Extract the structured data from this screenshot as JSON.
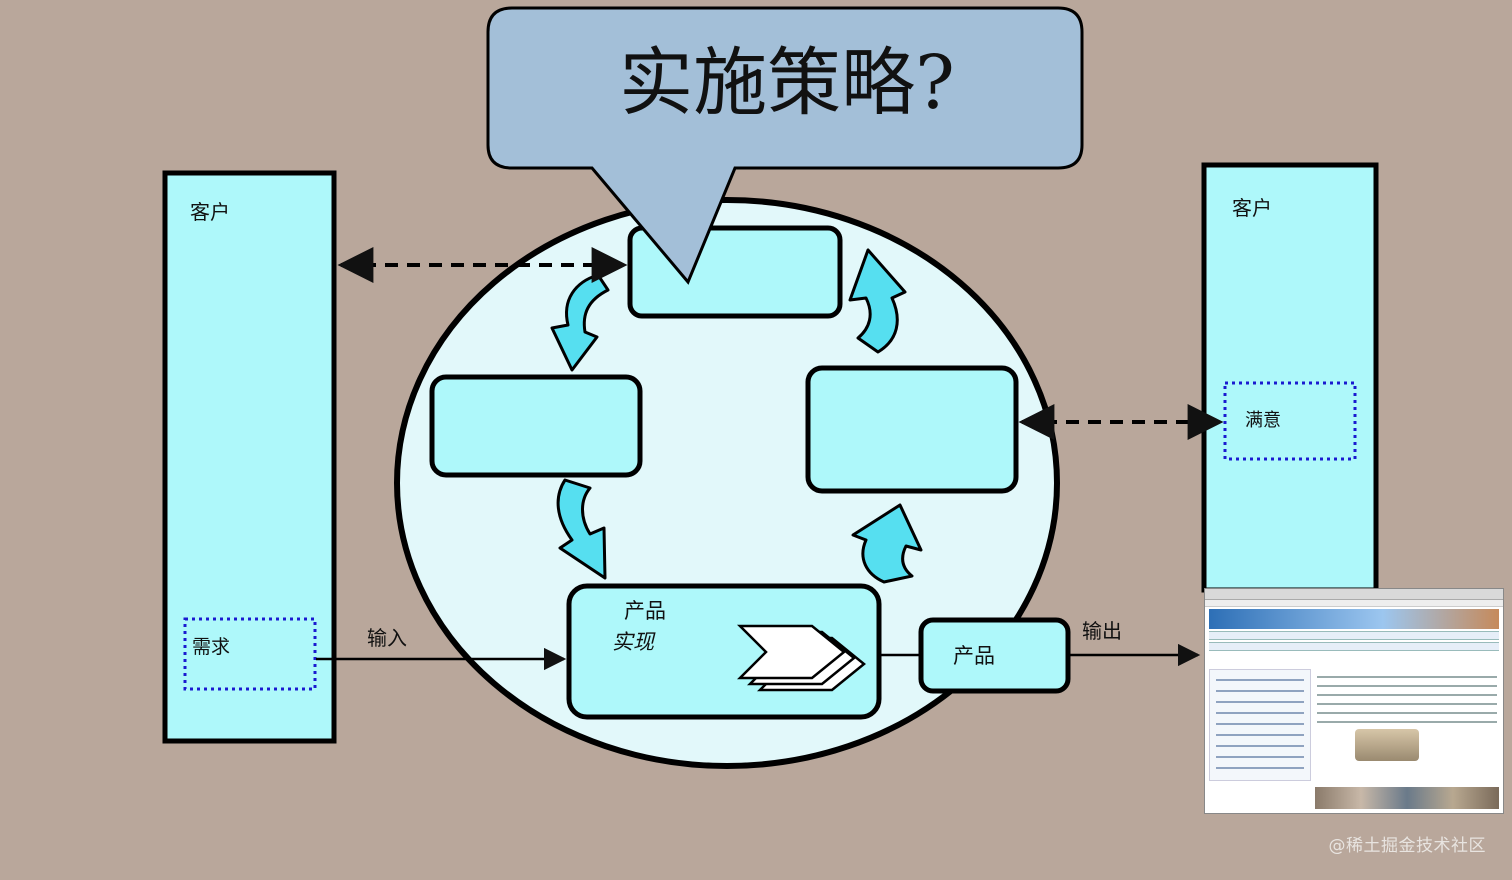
{
  "title": "实施策略?",
  "left_panel": {
    "label": "客户",
    "requirement": "需求"
  },
  "right_panel": {
    "label": "客户",
    "satisfaction": "满意"
  },
  "input_label": "输入",
  "output_label": "输出",
  "center": {
    "realization_line1": "产品",
    "realization_line2": "实现"
  },
  "product_box": "产品",
  "watermark": "@稀土掘金技术社区",
  "colors": {
    "background": "#b9a79b",
    "panel": "#aef8fa",
    "bubble": "#a3bfd8",
    "circle": "#e2f8fa",
    "arrow": "#56dff0",
    "dotted": "#1a1ad0"
  }
}
